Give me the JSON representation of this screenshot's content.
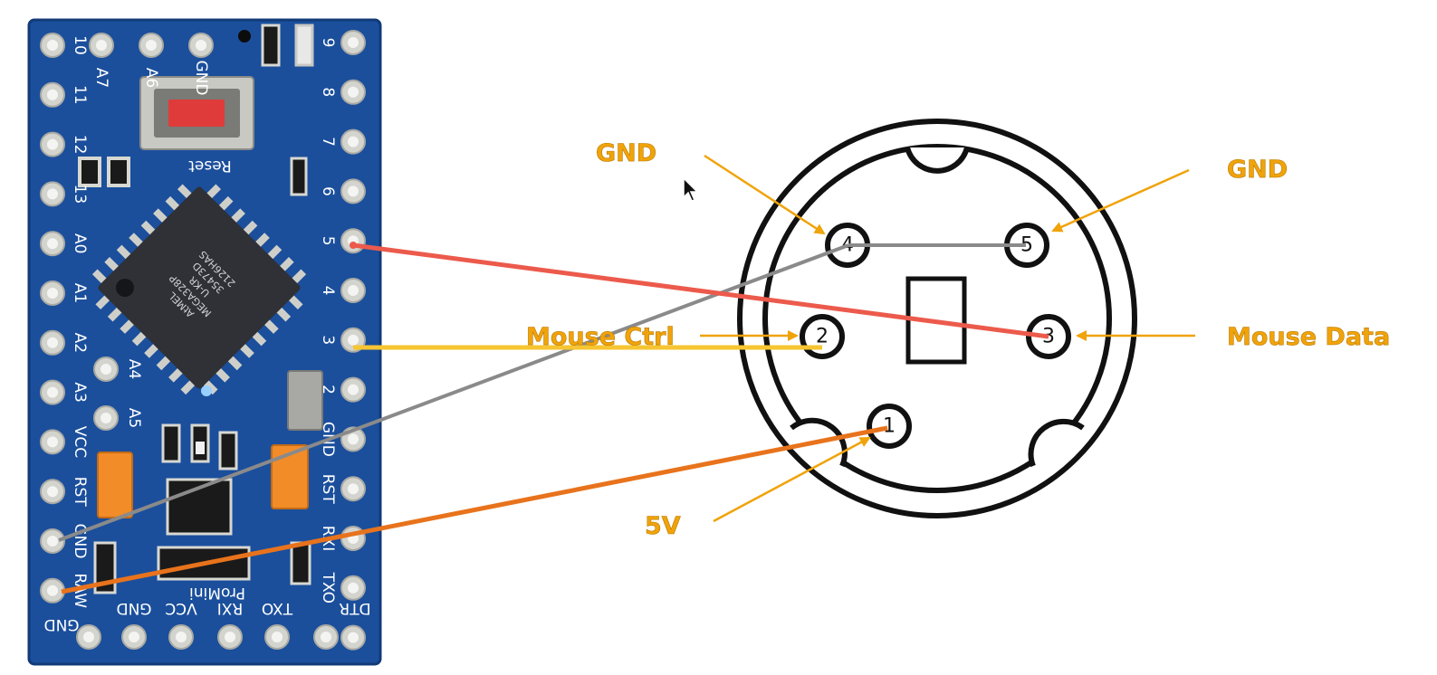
{
  "board": {
    "left_pins": [
      "10",
      "11",
      "12",
      "13",
      "A0",
      "A1",
      "A2",
      "A3",
      "VCC",
      "RST",
      "GND",
      "RAW"
    ],
    "right_pins": [
      "9",
      "8",
      "7",
      "6",
      "5",
      "4",
      "3",
      "2",
      "GND",
      "RST",
      "RXI",
      "TXO"
    ],
    "top_labels": [
      "A7",
      "A6",
      "GND"
    ],
    "bottom_labels": [
      "GND",
      "GND",
      "VCC",
      "RXI",
      "TXO",
      "DTR"
    ],
    "inner_labels": [
      "A4",
      "A5"
    ],
    "reset_label": "Reset",
    "chip_lines": [
      "AtMEL",
      "MEGA328P",
      "U-KR",
      "35473D",
      "2126HAS"
    ],
    "silk_text": "ProMini",
    "colors": {
      "pcb": "#1b4f9c",
      "chip": "#2f3136",
      "pad": "#d4d4cf",
      "button": "#e03b3b",
      "capacitor": "#f28c28"
    }
  },
  "connector": {
    "pins": [
      {
        "number": "1"
      },
      {
        "number": "2"
      },
      {
        "number": "3"
      },
      {
        "number": "4"
      },
      {
        "number": "5"
      }
    ]
  },
  "labels": {
    "gnd_left": "GND",
    "gnd_right": "GND",
    "mouse_ctrl": "Mouse Ctrl",
    "mouse_data": "Mouse Data",
    "five_v": "5V"
  },
  "wires": {
    "colors": {
      "data": "#ec5a4c",
      "ctrl": "#f6c531",
      "ground": "#8a8a8a",
      "power": "#e8731c",
      "arrow": "#f0a30a"
    }
  }
}
